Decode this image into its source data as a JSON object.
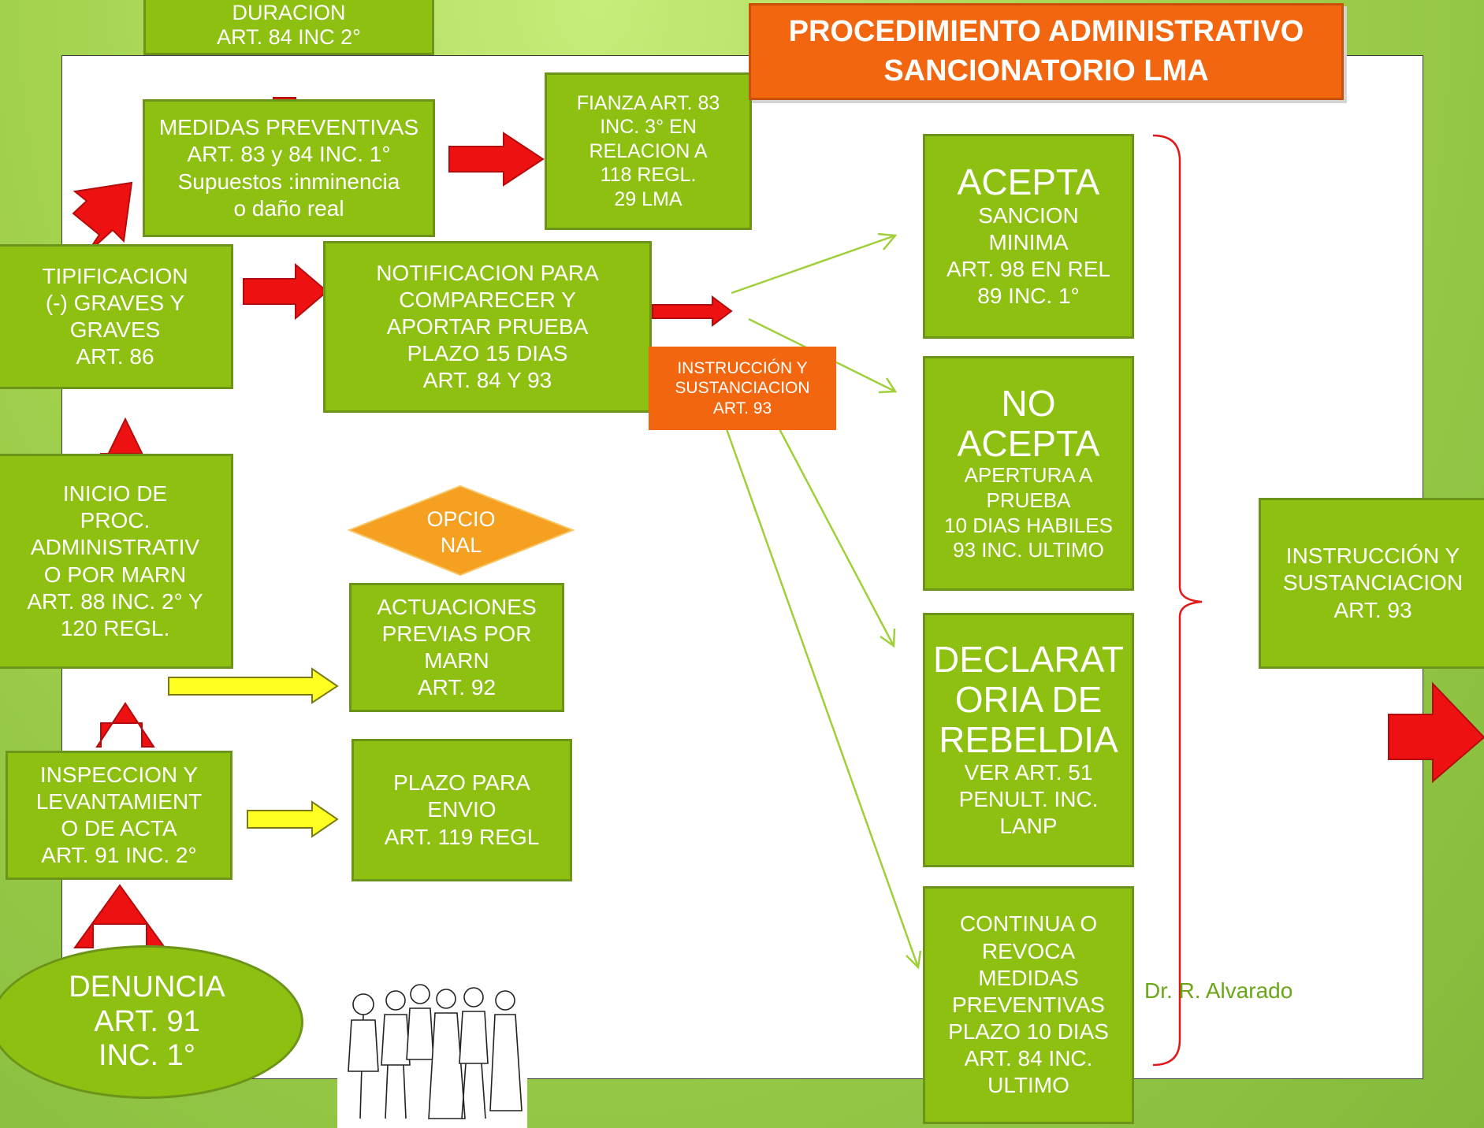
{
  "title": "PROCEDIMIENTO ADMINISTRATIVO\nSANCIONATORIO LMA",
  "colors": {
    "box_fill": "#8ec012",
    "accent_orange": "#f1660e",
    "arrow_red": "#ee1111",
    "arrow_yellow": "#ffff22",
    "connector_green": "#9fd03a"
  },
  "boxes": {
    "duracion": "DURACION\nART. 84 INC 2°",
    "medidas": "MEDIDAS PREVENTIVAS\nART. 83 y 84 INC. 1°\nSupuestos :inminencia\no daño real",
    "fianza": "FIANZA ART. 83\nINC. 3° EN\nRELACION A\n118 REGL.\n29 LMA",
    "tipificacion": "TIPIFICACION\n(-) GRAVES Y\nGRAVES\nART. 86",
    "notificacion": "NOTIFICACION PARA\nCOMPARECER Y\nAPORTAR PRUEBA\nPLAZO 15 DIAS\nART. 84 Y 93",
    "instruccion_small": "INSTRUCCIÓN Y\nSUSTANCIACION\nART. 93",
    "inicio": "INICIO DE\nPROC.\nADMINISTRATIV\nO  POR MARN\nART. 88 INC. 2° Y\n120 REGL.",
    "opcional": "OPCIO\nNAL",
    "actuaciones": "ACTUACIONES\nPREVIAS POR\nMARN\nART. 92",
    "inspeccion": "INSPECCION Y\nLEVANTAMIENT\nO DE ACTA\nART. 91 INC. 2°",
    "plazo_envio": "PLAZO PARA\nENVIO\nART. 119 REGL",
    "denuncia": "DENUNCIA\nART. 91\nINC. 1°",
    "acepta_head": "ACEPTA",
    "acepta_body": "SANCION\nMINIMA\nART. 98 EN REL\n89 INC. 1°",
    "no_acepta_head": "NO\nACEPTA",
    "no_acepta_body": "APERTURA A\nPRUEBA\n10 DIAS HABILES\n93 INC. ULTIMO",
    "declaratoria_head": "DECLARAT\nORIA DE\nREBELDIA",
    "declaratoria_body": "VER ART. 51\nPENULT. INC.\nLANP",
    "continua": "CONTINUA O\nREVOCA\nMEDIDAS\nPREVENTIVAS\nPLAZO 10 DIAS\nART. 84 INC.\nULTIMO",
    "instruccion_big": "INSTRUCCIÓN Y\nSUSTANCIACION\nART. 93"
  },
  "credit": "Dr. R. Alvarado"
}
